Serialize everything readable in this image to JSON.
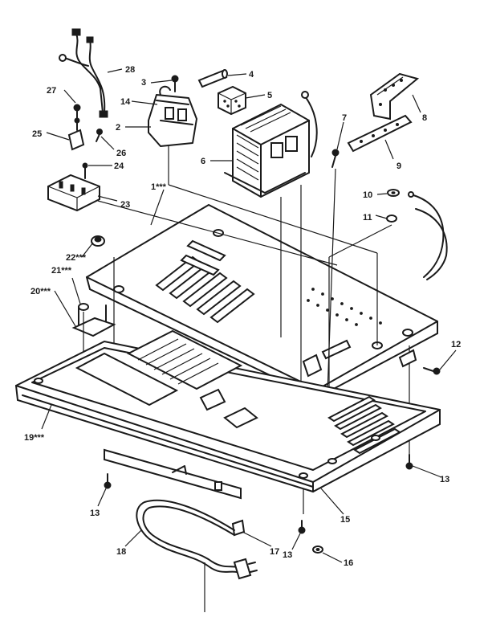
{
  "callouts": [
    {
      "id": "c28",
      "text": "28"
    },
    {
      "id": "c3",
      "text": "3"
    },
    {
      "id": "c4",
      "text": "4"
    },
    {
      "id": "c14",
      "text": "14"
    },
    {
      "id": "c5",
      "text": "5"
    },
    {
      "id": "c27",
      "text": "27"
    },
    {
      "id": "c8",
      "text": "8"
    },
    {
      "id": "c2",
      "text": "2"
    },
    {
      "id": "c7",
      "text": "7"
    },
    {
      "id": "c25",
      "text": "25"
    },
    {
      "id": "c26",
      "text": "26"
    },
    {
      "id": "c6",
      "text": "6"
    },
    {
      "id": "c24",
      "text": "24"
    },
    {
      "id": "c9",
      "text": "9"
    },
    {
      "id": "c1",
      "text": "1***"
    },
    {
      "id": "c10",
      "text": "10"
    },
    {
      "id": "c23",
      "text": "23"
    },
    {
      "id": "c11",
      "text": "11"
    },
    {
      "id": "c22",
      "text": "22***"
    },
    {
      "id": "c21",
      "text": "21***"
    },
    {
      "id": "c20",
      "text": "20***"
    },
    {
      "id": "c12",
      "text": "12"
    },
    {
      "id": "c19",
      "text": "19***"
    },
    {
      "id": "c13a",
      "text": "13"
    },
    {
      "id": "c13b",
      "text": "13"
    },
    {
      "id": "c15",
      "text": "15"
    },
    {
      "id": "c18",
      "text": "18"
    },
    {
      "id": "c17",
      "text": "17"
    },
    {
      "id": "c13c",
      "text": "13"
    },
    {
      "id": "c16",
      "text": "16"
    }
  ]
}
